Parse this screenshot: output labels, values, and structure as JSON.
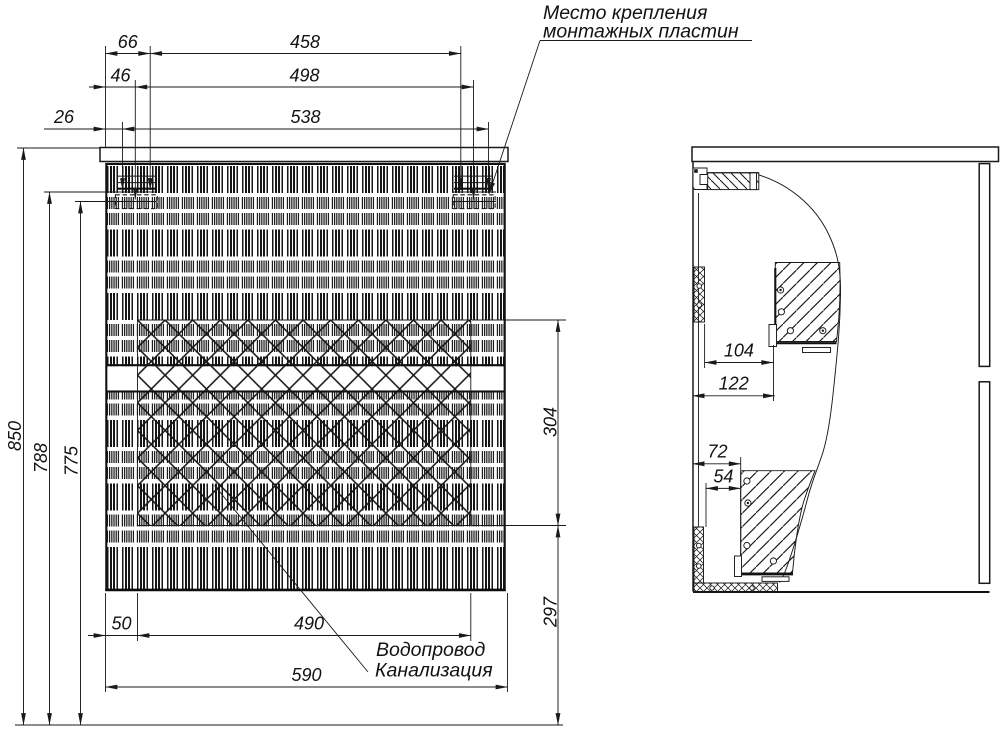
{
  "page": {
    "background": "#ffffff",
    "ink": "#1a1a1a"
  },
  "annotations": {
    "mounting_note_line1": "Место крепления",
    "mounting_note_line2": "монтажных пластин",
    "utility_note_line1": "Водопровод",
    "utility_note_line2": "Канализация"
  },
  "front_view": {
    "dims": {
      "offset_66": "66",
      "plate_span_458": "458",
      "offset_46": "46",
      "plate_span_498": "498",
      "offset_26": "26",
      "plate_span_538": "538",
      "height_total_850": "850",
      "height_788": "788",
      "height_775": "775",
      "zone_height_304": "304",
      "zone_floor_297": "297",
      "zone_offset_50": "50",
      "zone_width_490": "490",
      "width_total_590": "590"
    }
  },
  "side_view": {
    "dims": {
      "plate_offset_104": "104",
      "plate_offset_122": "122",
      "lower_offset_72": "72",
      "lower_offset_54": "54"
    }
  }
}
